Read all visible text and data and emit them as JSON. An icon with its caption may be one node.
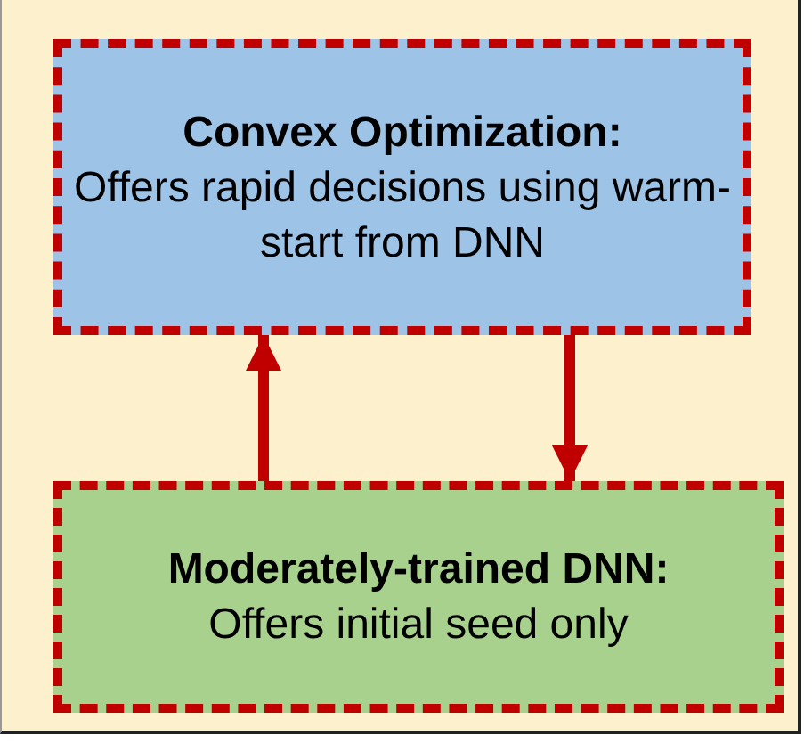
{
  "diagram": {
    "nodes": [
      {
        "text": [
          "Convex Optimization:",
          "Offers rapid decisions using warm-start from DNN"
        ]
      },
      {
        "text": [
          "Moderately-trained DNN:",
          "Offers initial seed only"
        ]
      }
    ],
    "edges": [
      {
        "from": 1,
        "to": 0,
        "arrow": "to"
      },
      {
        "from": 0,
        "to": 1,
        "arrow": "to"
      }
    ]
  }
}
